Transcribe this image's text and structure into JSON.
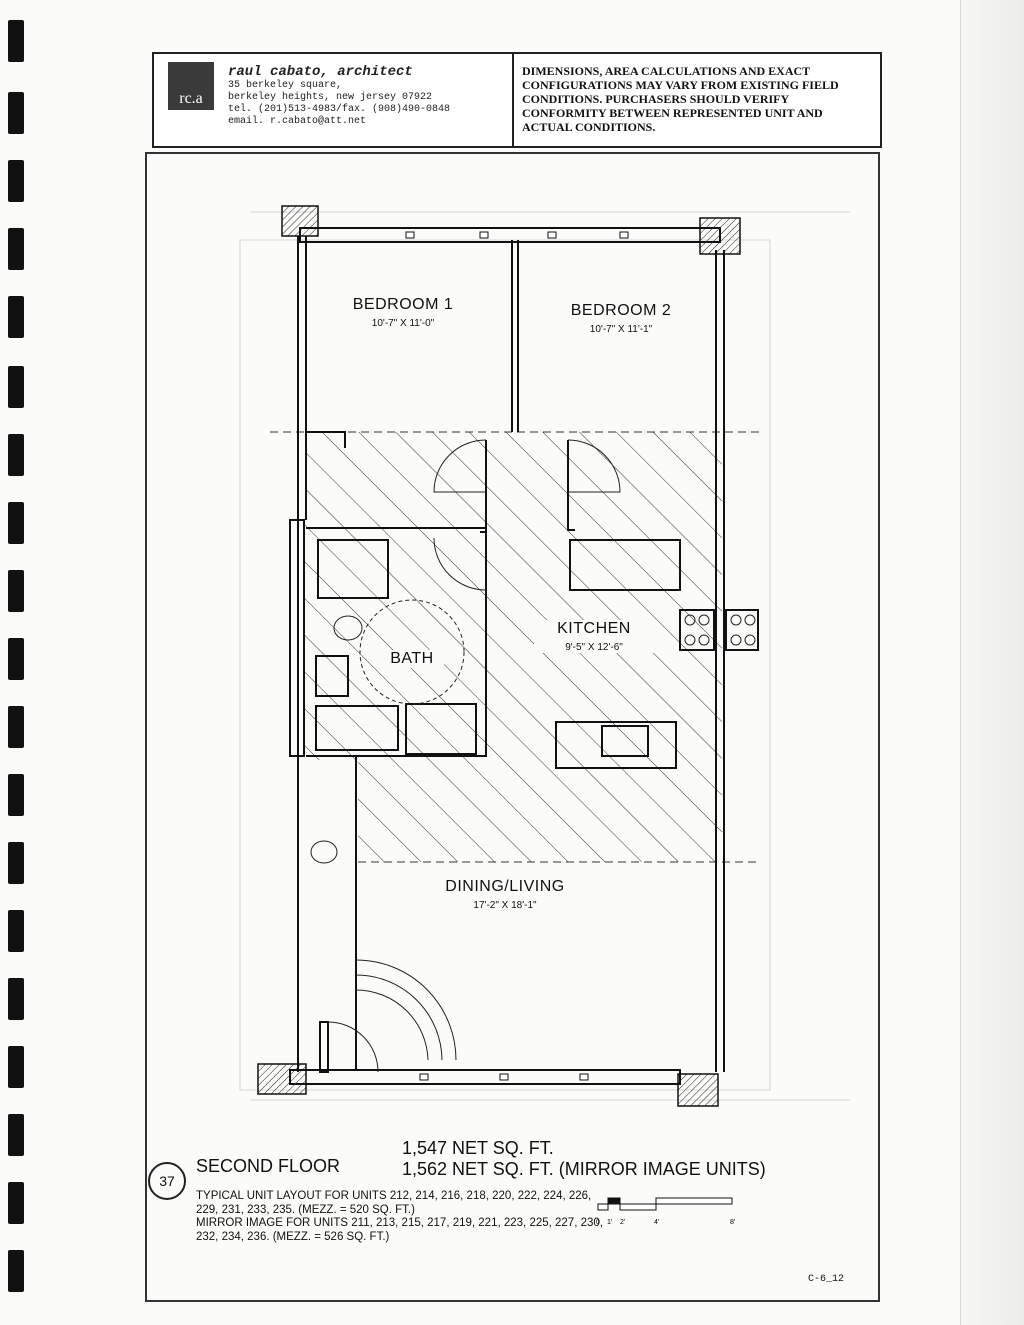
{
  "title_block": {
    "logo_text": "rc.a",
    "architect_name": "raul cabato, architect",
    "address_line1": "35 berkeley square,",
    "address_line2": "berkeley heights, new jersey 07922",
    "phone": "tel. (201)513-4983/fax. (908)490-0848",
    "email": "email. r.cabato@att.net",
    "disclaimer": "DIMENSIONS, AREA CALCULATIONS AND EXACT CONFIGURATIONS MAY VARY FROM EXISTING FIELD CONDITIONS. PURCHASERS SHOULD VERIFY CONFORMITY BETWEEN REPRESENTED UNIT AND ACTUAL CONDITIONS."
  },
  "rooms": [
    {
      "label": "BEDROOM 1",
      "dims": "10'-7\" X 11'-0\""
    },
    {
      "label": "BEDROOM 2",
      "dims": "10'-7\" X 11'-1\""
    },
    {
      "label": "KITCHEN",
      "dims": "9'-5\" X 12'-6\""
    },
    {
      "label": "BATH",
      "dims": ""
    },
    {
      "label": "DINING/LIVING",
      "dims": "17'-2\" X 18'-1\""
    }
  ],
  "footer": {
    "plan_number": "37",
    "floor_name": "SECOND FLOOR",
    "net_sqft": "1,547 NET SQ. FT.",
    "mirror_sqft": "1,562 NET SQ. FT. (MIRROR IMAGE UNITS)",
    "typical_note": "TYPICAL UNIT LAYOUT FOR UNITS 212, 214, 216, 218, 220, 222, 224, 226, 229, 231, 233, 235. (MEZZ. = 520 SQ. FT.)",
    "mirror_note": "MIRROR IMAGE FOR UNITS 211, 213, 215, 217, 219, 221, 223, 225, 227, 230, 232, 234, 236. (MEZZ. = 526 SQ. FT.)",
    "scale_labels": [
      "0",
      "1'",
      "2'",
      "4'",
      "8'"
    ],
    "sheet_number": "C-6_12"
  }
}
